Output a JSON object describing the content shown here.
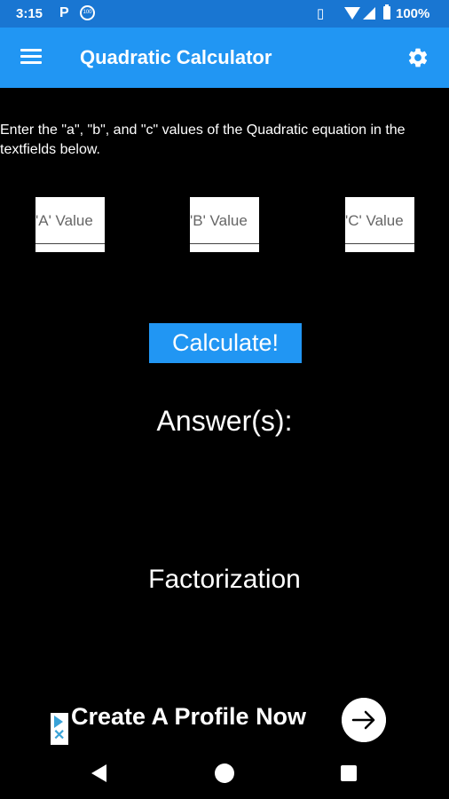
{
  "status_bar": {
    "time": "3:15",
    "notification_letter": "P",
    "notification_badge": "100",
    "battery": "100%"
  },
  "app_bar": {
    "title": "Quadratic Calculator",
    "menu_icon": "hamburger-menu-icon",
    "settings_icon": "gear-icon"
  },
  "main": {
    "instructions": "Enter the \"a\", \"b\", and \"c\" values of the Quadratic equation in the textfields below.",
    "fields": {
      "a": {
        "value": "",
        "placeholder": "'A' Value"
      },
      "b": {
        "value": "",
        "placeholder": "'B' Value"
      },
      "c": {
        "value": "",
        "placeholder": "'C' Value"
      }
    },
    "calculate_label": "Calculate!",
    "answers_label": "Answer(s):",
    "factorization_label": "Factorization"
  },
  "ad": {
    "text": "Create A Profile Now",
    "icon": "arrow-right-icon"
  },
  "colors": {
    "primary": "#2196f3",
    "primary_dark": "#1976d2",
    "background": "#000000",
    "text": "#ffffff"
  }
}
